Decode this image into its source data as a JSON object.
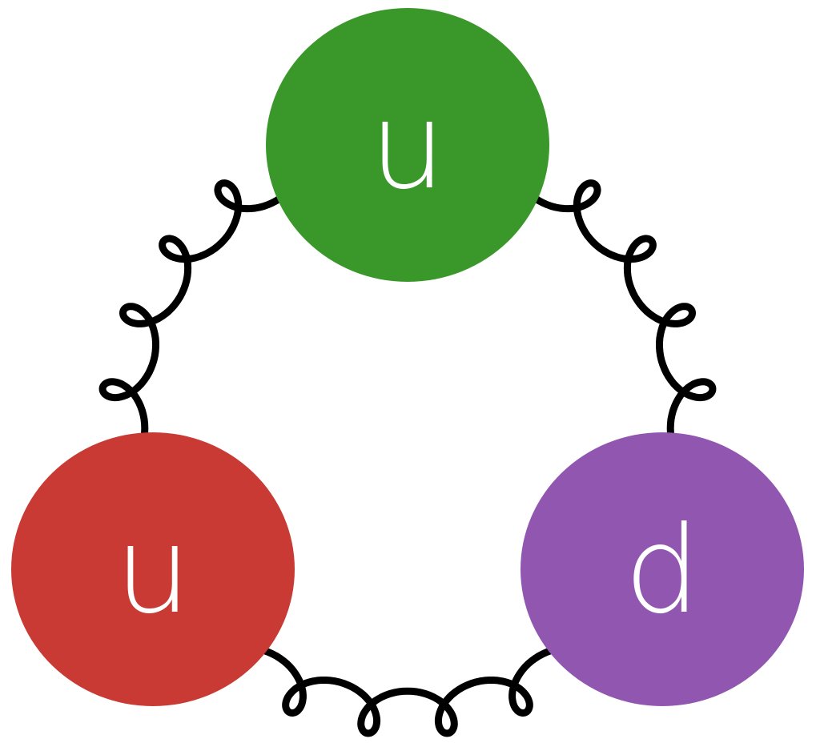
{
  "quarks": [
    {
      "id": "top",
      "label": "u",
      "color": "#3a982b"
    },
    {
      "id": "left",
      "label": "u",
      "color": "#c83a33"
    },
    {
      "id": "right",
      "label": "d",
      "color": "#9157b0"
    }
  ],
  "gluons": [
    {
      "from": "top",
      "to": "left"
    },
    {
      "from": "top",
      "to": "right"
    },
    {
      "from": "left",
      "to": "right"
    }
  ],
  "line_color": "#000000"
}
